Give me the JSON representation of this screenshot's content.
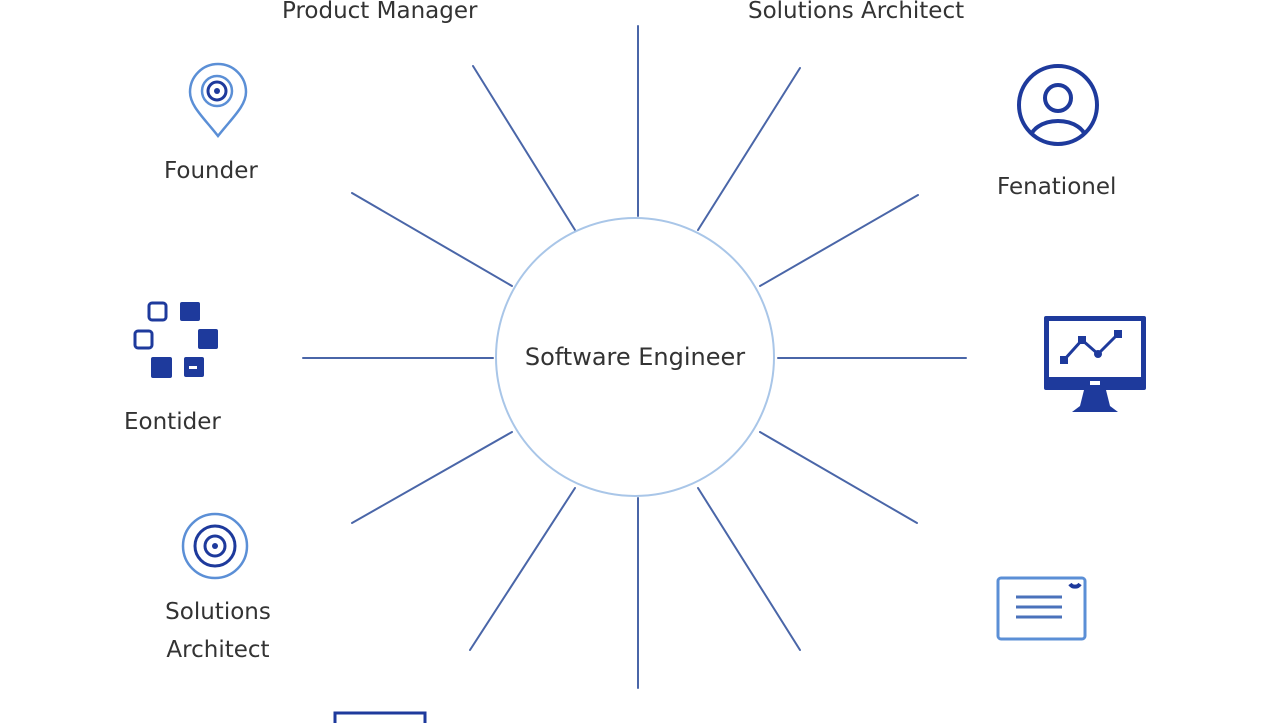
{
  "diagram": {
    "center": {
      "label": "Software Engineer"
    },
    "top_labels": [
      {
        "label": "Product Manager"
      },
      {
        "label": "Solutions Architect"
      }
    ],
    "nodes": [
      {
        "label": "Founder",
        "icon": "location-pin-icon",
        "side": "left"
      },
      {
        "label": "Eontider",
        "icon": "squares-grid-icon",
        "side": "left"
      },
      {
        "label": "Solutions Architect",
        "icon": "target-icon",
        "side": "left"
      },
      {
        "label": "Fenationel",
        "icon": "user-profile-icon",
        "side": "right"
      },
      {
        "label": "",
        "icon": "monitor-chart-icon",
        "side": "right"
      },
      {
        "label": "",
        "icon": "document-card-icon",
        "side": "right"
      },
      {
        "label": "",
        "icon": "screen-icon",
        "side": "bottom"
      }
    ],
    "colors": {
      "spoke": "#4a66a8",
      "hub_border": "#a9c6e8",
      "icon_dark": "#1e3a9c",
      "icon_light": "#5b8fd6",
      "text": "#333333"
    }
  }
}
